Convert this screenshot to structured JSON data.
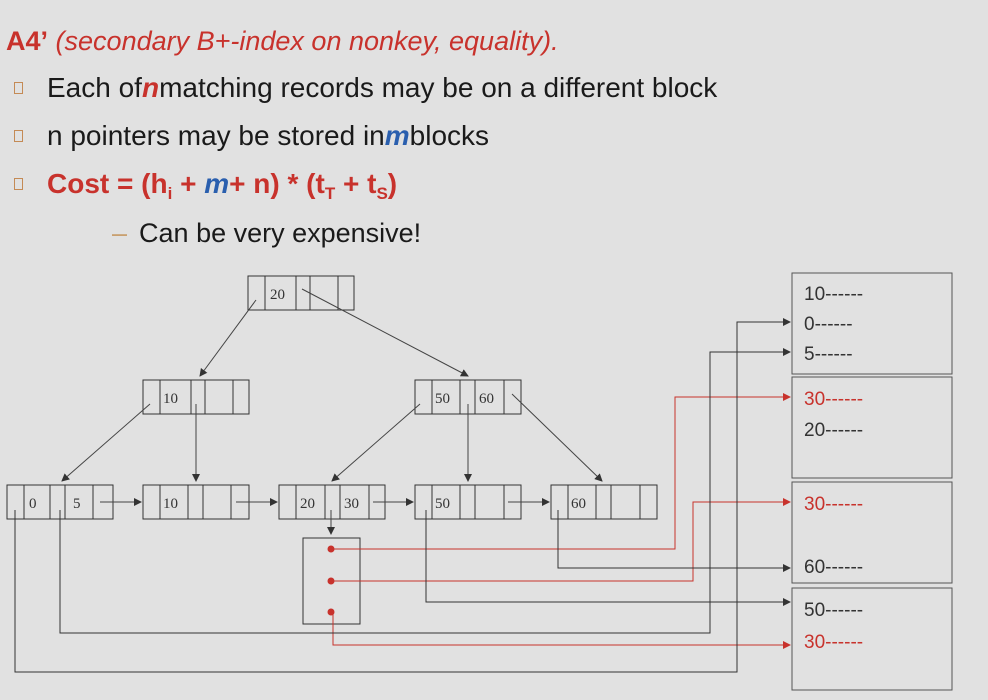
{
  "title": {
    "label": "A4’",
    "description": "(secondary B+-index on nonkey, equality)."
  },
  "bullets": {
    "b1": {
      "before": "Each of ",
      "var": "n",
      "after": " matching records may be on a different block"
    },
    "b2": {
      "before": "n pointers may be stored in ",
      "var": "m",
      "after": " blocks"
    },
    "b3": {
      "cost_label": "Cost = ",
      "paren_open": "(h",
      "sub_i": "i",
      "plus_m": " + ",
      "m": "m",
      "plus_n": "+ n) * (t",
      "sub_T": "T",
      "plus_t": " + t",
      "sub_S": "S",
      "close": ")"
    },
    "sub_bullet": {
      "dash": "–",
      "text": "Can be very expensive!"
    }
  },
  "tree": {
    "root": {
      "keys": [
        "20"
      ]
    },
    "internal": [
      {
        "keys": [
          "10"
        ]
      },
      {
        "keys": [
          "50",
          "60"
        ]
      }
    ],
    "leaves": [
      {
        "keys": [
          "0",
          "5"
        ]
      },
      {
        "keys": [
          "10"
        ]
      },
      {
        "keys": [
          "20",
          "30"
        ]
      },
      {
        "keys": [
          "50"
        ]
      },
      {
        "keys": [
          "60"
        ]
      }
    ],
    "bucket_entries": 3
  },
  "records": {
    "r1": "10------",
    "r2": "0------",
    "r3": "5------",
    "r4": "30------",
    "r5": "20------",
    "r6": "30------",
    "r7": "60------",
    "r8": "50------",
    "r9": "30------"
  },
  "colors": {
    "highlight": "#c8322c",
    "accent_blue": "#2a5fae",
    "line": "#333333"
  }
}
